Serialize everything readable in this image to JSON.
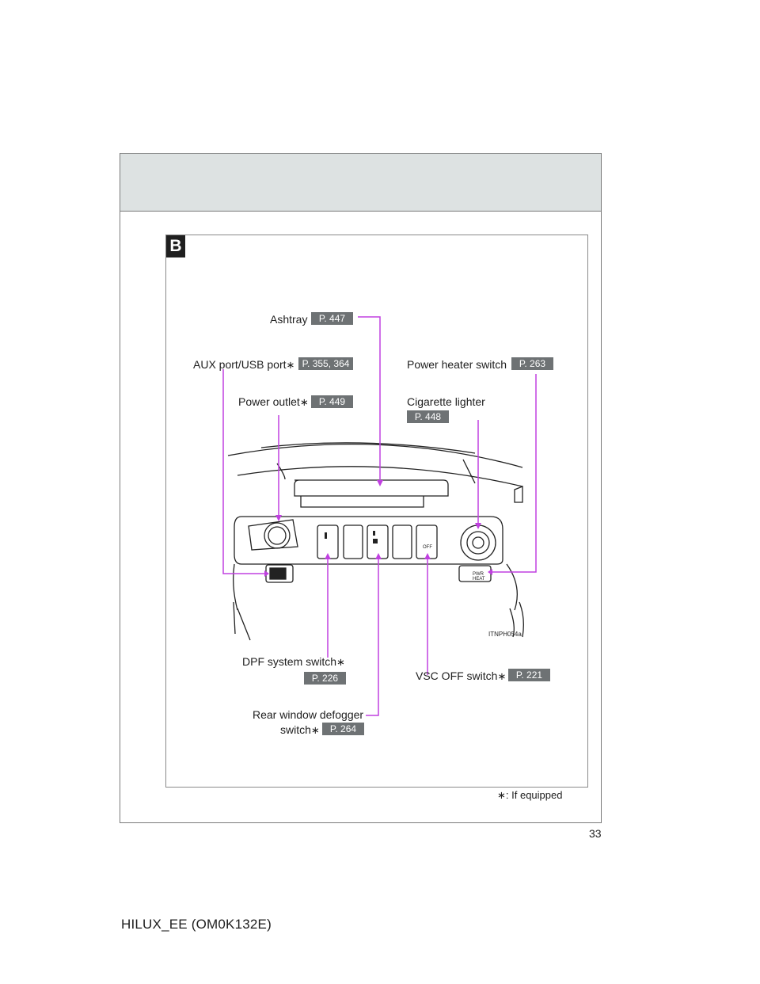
{
  "section_badge": "B",
  "labels": {
    "ashtray": {
      "text": "Ashtray",
      "page": "P. 447"
    },
    "aux_usb": {
      "text": "AUX port/USB port",
      "star": "∗",
      "page": "P. 355, 364"
    },
    "power_outlet": {
      "text": "Power outlet",
      "star": "∗",
      "page": "P. 449"
    },
    "power_heater": {
      "text": "Power heater switch",
      "page": "P. 263"
    },
    "cigarette": {
      "text": "Cigarette lighter",
      "page": "P. 448"
    },
    "dpf": {
      "text": "DPF system switch",
      "star": "∗",
      "page": "P. 226"
    },
    "vsc": {
      "text": "VSC OFF switch",
      "star": "∗",
      "page": "P. 221"
    },
    "rear_defogger": {
      "line1": "Rear window defogger",
      "line2": "switch",
      "star": "∗",
      "page": "P. 264"
    }
  },
  "image_code": "ITNPH054a",
  "footnote": {
    "star": "∗",
    "text": ": If equipped"
  },
  "page_number": "33",
  "footer": "HILUX_EE (OM0K132E)",
  "colors": {
    "leader_line": "#c040e0",
    "page_tag": "#6e7274",
    "header_band": "#dde2e2"
  }
}
